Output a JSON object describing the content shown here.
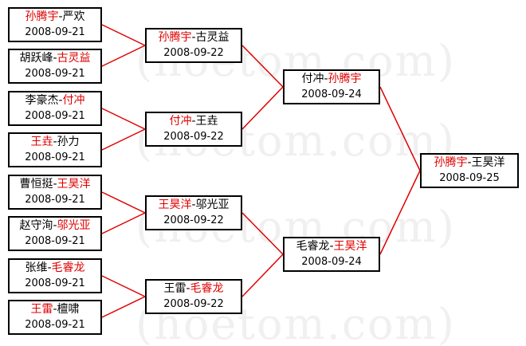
{
  "watermark": "(hoetom.com)",
  "colors": {
    "winner": "#e00000",
    "line": "#e00000",
    "border": "#000000"
  },
  "matches": [
    {
      "id": "r1m1",
      "p1": "孙腾宇",
      "p2": "严欢",
      "winner": 1,
      "date": "2008-09-21"
    },
    {
      "id": "r1m2",
      "p1": "胡跃峰",
      "p2": "古灵益",
      "winner": 2,
      "date": "2008-09-21"
    },
    {
      "id": "r1m3",
      "p1": "李豪杰",
      "p2": "付冲",
      "winner": 2,
      "date": "2008-09-21"
    },
    {
      "id": "r1m4",
      "p1": "王垚",
      "p2": "孙力",
      "winner": 1,
      "date": "2008-09-21"
    },
    {
      "id": "r1m5",
      "p1": "曹恒挺",
      "p2": "王昊洋",
      "winner": 2,
      "date": "2008-09-21"
    },
    {
      "id": "r1m6",
      "p1": "赵守洵",
      "p2": "邬光亚",
      "winner": 2,
      "date": "2008-09-21"
    },
    {
      "id": "r1m7",
      "p1": "张维",
      "p2": "毛睿龙",
      "winner": 2,
      "date": "2008-09-21"
    },
    {
      "id": "r1m8",
      "p1": "王雷",
      "p2": "檀啸",
      "winner": 1,
      "date": "2008-09-21"
    },
    {
      "id": "r2m1",
      "p1": "孙腾宇",
      "p2": "古灵益",
      "winner": 1,
      "date": "2008-09-22"
    },
    {
      "id": "r2m2",
      "p1": "付冲",
      "p2": "王垚",
      "winner": 1,
      "date": "2008-09-22"
    },
    {
      "id": "r2m3",
      "p1": "王昊洋",
      "p2": "邬光亚",
      "winner": 1,
      "date": "2008-09-22"
    },
    {
      "id": "r2m4",
      "p1": "王雷",
      "p2": "毛睿龙",
      "winner": 2,
      "date": "2008-09-22"
    },
    {
      "id": "r3m1",
      "p1": "付冲",
      "p2": "孙腾宇",
      "winner": 2,
      "date": "2008-09-24"
    },
    {
      "id": "r3m2",
      "p1": "毛睿龙",
      "p2": "王昊洋",
      "winner": 2,
      "date": "2008-09-24"
    },
    {
      "id": "r4m1",
      "p1": "孙腾宇",
      "p2": "王昊洋",
      "winner": 1,
      "date": "2008-09-25"
    }
  ]
}
